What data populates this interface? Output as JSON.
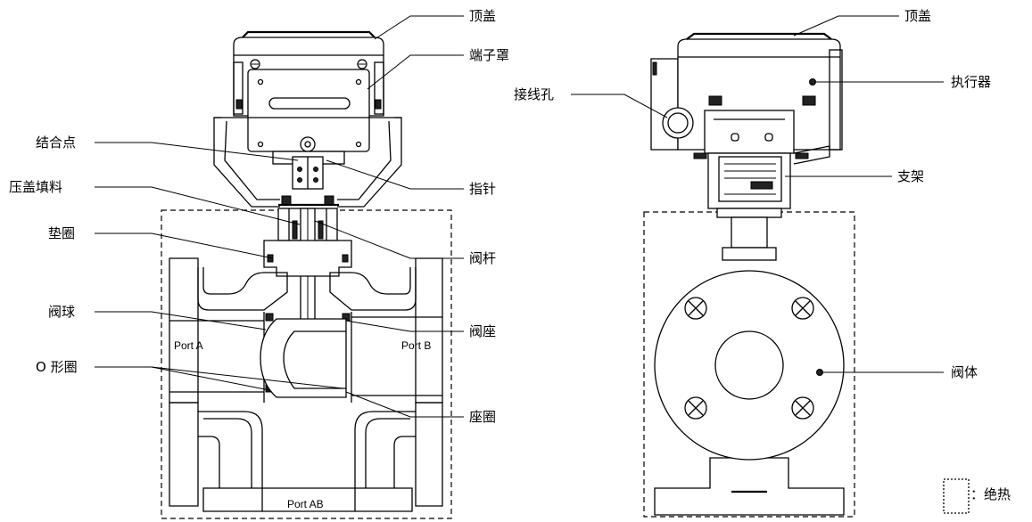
{
  "labels": {
    "top_cover_left": "顶盖",
    "terminal_cover": "端子罩",
    "junction_point": "结合点",
    "pointer": "指针",
    "gland_packing": "压盖填料",
    "gasket": "垫圈",
    "valve_stem": "阀杆",
    "ball": "阀球",
    "valve_seat": "阀座",
    "o_ring": "O 形圈",
    "seat_ring": "座圈",
    "top_cover_right": "顶盖",
    "wiring_hole": "接线孔",
    "actuator": "执行器",
    "bracket": "支架",
    "valve_body": "阀体",
    "insulation_legend": "：绝热"
  },
  "ports": {
    "port_a": "Port A",
    "port_b": "Port B",
    "port_ab": "Port AB"
  }
}
